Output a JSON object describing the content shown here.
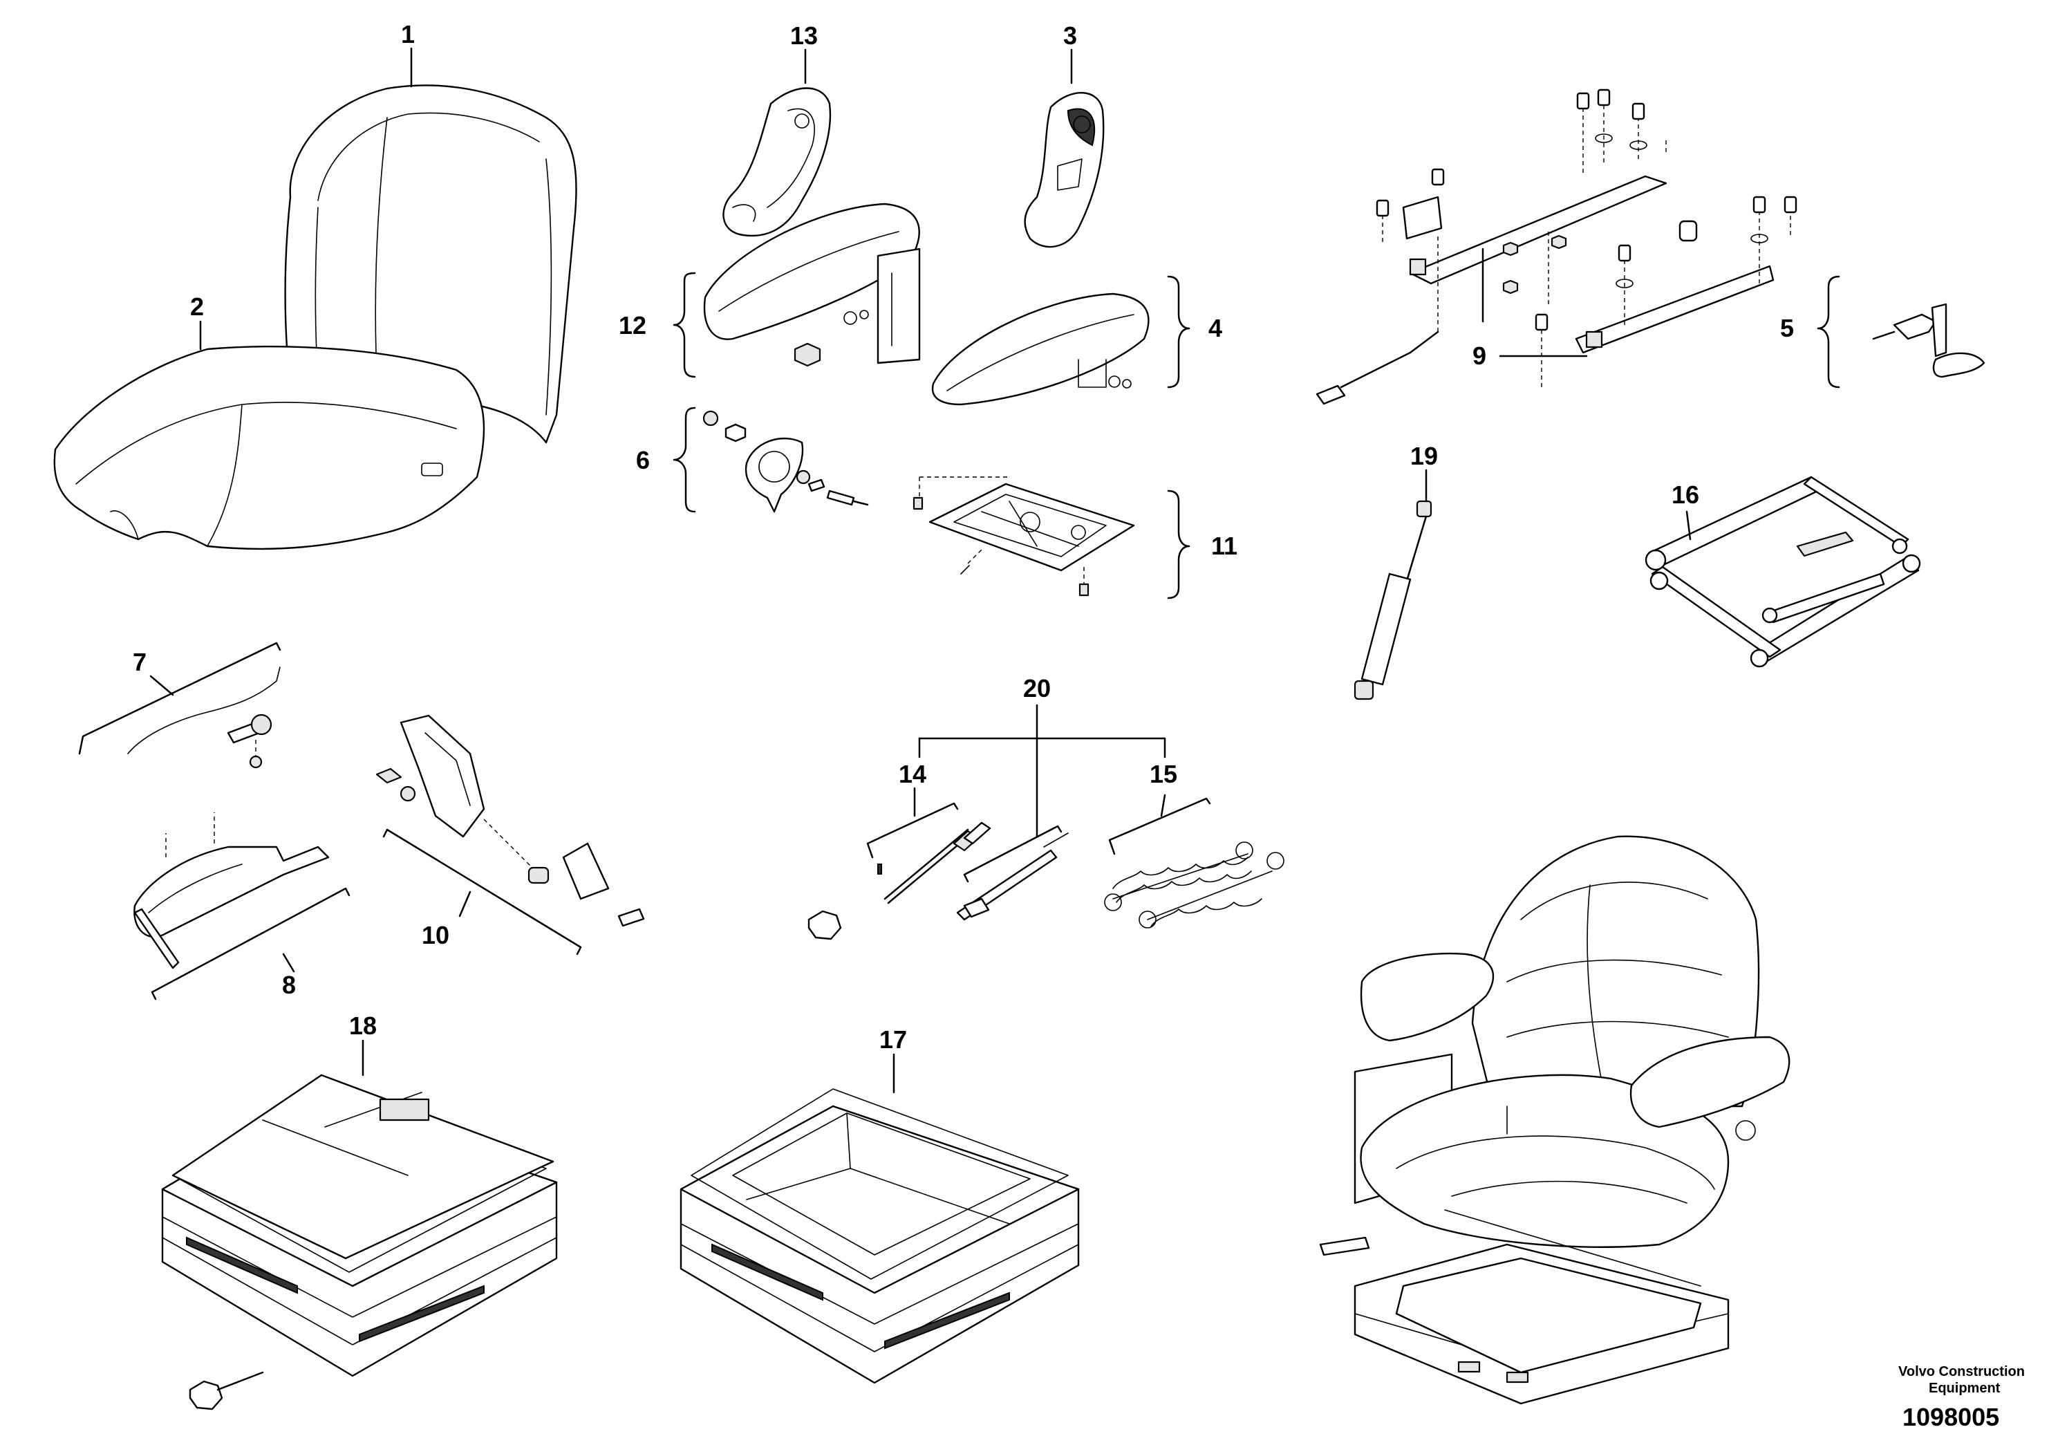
{
  "callouts": {
    "c1": "1",
    "c2": "2",
    "c3": "3",
    "c4": "4",
    "c5": "5",
    "c6": "6",
    "c7": "7",
    "c8": "8",
    "c9": "9",
    "c10": "10",
    "c11": "11",
    "c12": "12",
    "c13": "13",
    "c14": "14",
    "c15": "15",
    "c16": "16",
    "c17": "17",
    "c18": "18",
    "c19": "19",
    "c20": "20"
  },
  "footer": {
    "brand_line1": "Volvo Construction",
    "brand_line2": "Equipment",
    "document_number": "1098005"
  }
}
